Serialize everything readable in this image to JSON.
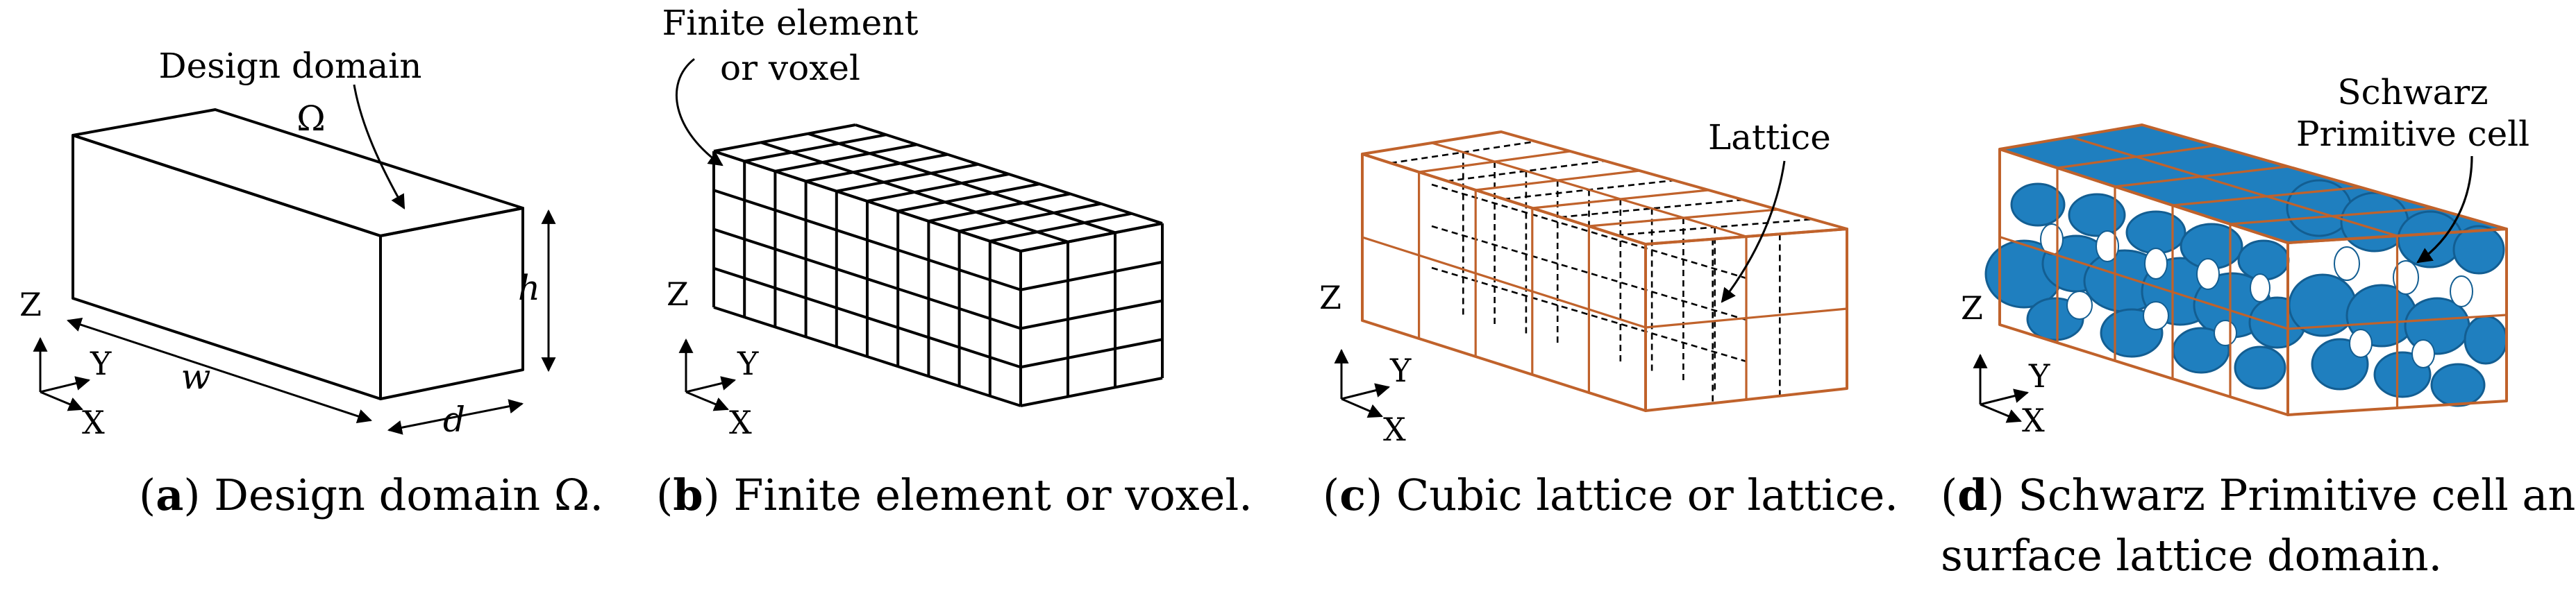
{
  "panels": [
    {
      "id": "a",
      "caption_letter": "a",
      "caption_text": "Design domain Ω.",
      "annotation": "Design domain",
      "annotation_sub": "Ω",
      "dims": {
        "w": "w",
        "h": "h",
        "d": "d"
      },
      "axes": {
        "z": "Z",
        "y": "Y",
        "x": "X"
      }
    },
    {
      "id": "b",
      "caption_letter": "b",
      "caption_text": "Finite element or voxel.",
      "annotation_line1": "Finite element",
      "annotation_line2": "or voxel",
      "axes": {
        "z": "Z",
        "y": "Y",
        "x": "X"
      }
    },
    {
      "id": "c",
      "caption_letter": "c",
      "caption_text": "Cubic lattice or lattice.",
      "annotation": "Lattice",
      "axes": {
        "z": "Z",
        "y": "Y",
        "x": "X"
      }
    },
    {
      "id": "d",
      "caption_letter": "d",
      "caption_line1": "Schwarz Primitive cell and",
      "caption_line2": "surface lattice domain.",
      "annotation_line1": "Schwarz",
      "annotation_line2": "Primitive cell",
      "axes": {
        "z": "Z",
        "y": "Y",
        "x": "X"
      }
    }
  ],
  "colors": {
    "lattice_edge": "#c0622b",
    "surface_fill": "#1f7fbf",
    "surface_dark": "#135e92",
    "line": "#000000"
  }
}
